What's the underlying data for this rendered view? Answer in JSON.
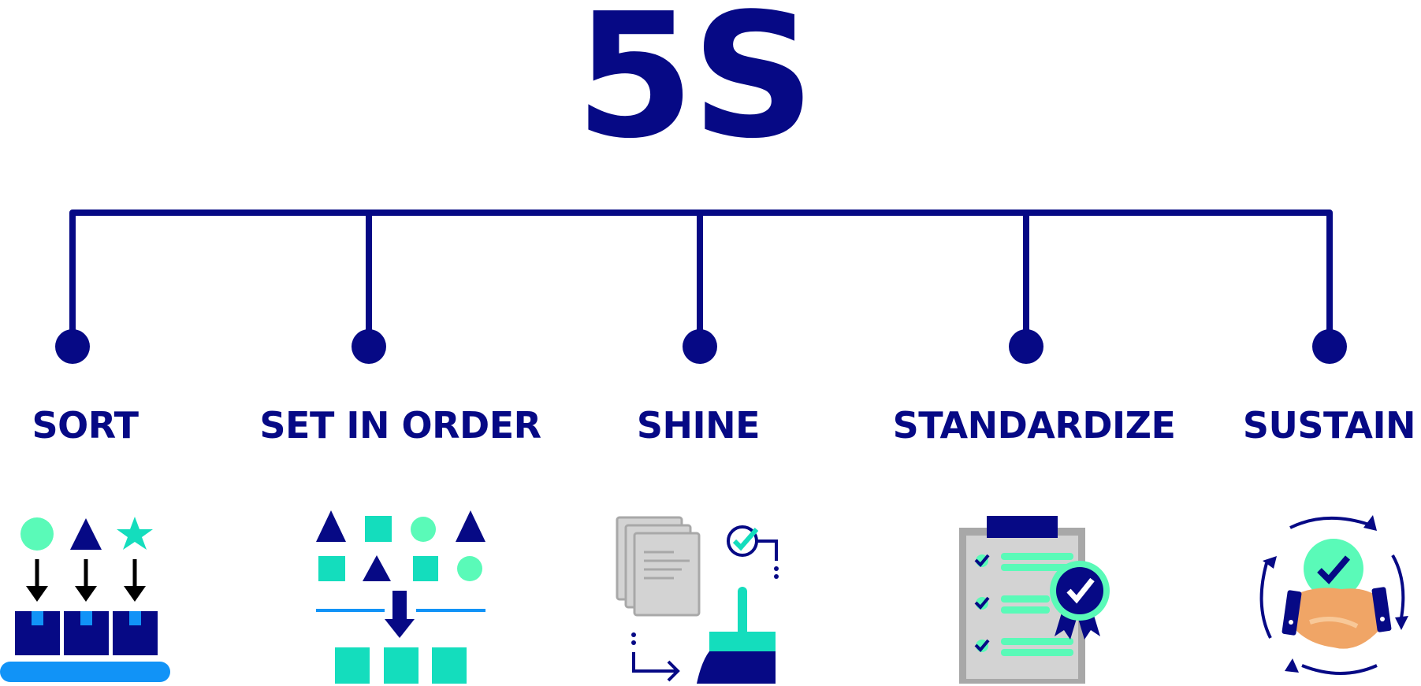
{
  "title": "5S",
  "colors": {
    "navy": "#060985",
    "mint": "#5AFAB8",
    "teal": "#14DDBD",
    "blue": "#1193F7",
    "gray": "#D3D3D3",
    "gray_dark": "#A8A8A8",
    "skin": "#F0A566"
  },
  "steps": [
    {
      "label": "SORT",
      "icon": "sort-boxes-icon"
    },
    {
      "label": "SET IN ORDER",
      "icon": "set-in-order-shapes-icon"
    },
    {
      "label": "SHINE",
      "icon": "shine-documents-broom-icon"
    },
    {
      "label": "STANDARDIZE",
      "icon": "standardize-clipboard-badge-icon"
    },
    {
      "label": "SUSTAIN",
      "icon": "sustain-handshake-cycle-icon"
    }
  ]
}
